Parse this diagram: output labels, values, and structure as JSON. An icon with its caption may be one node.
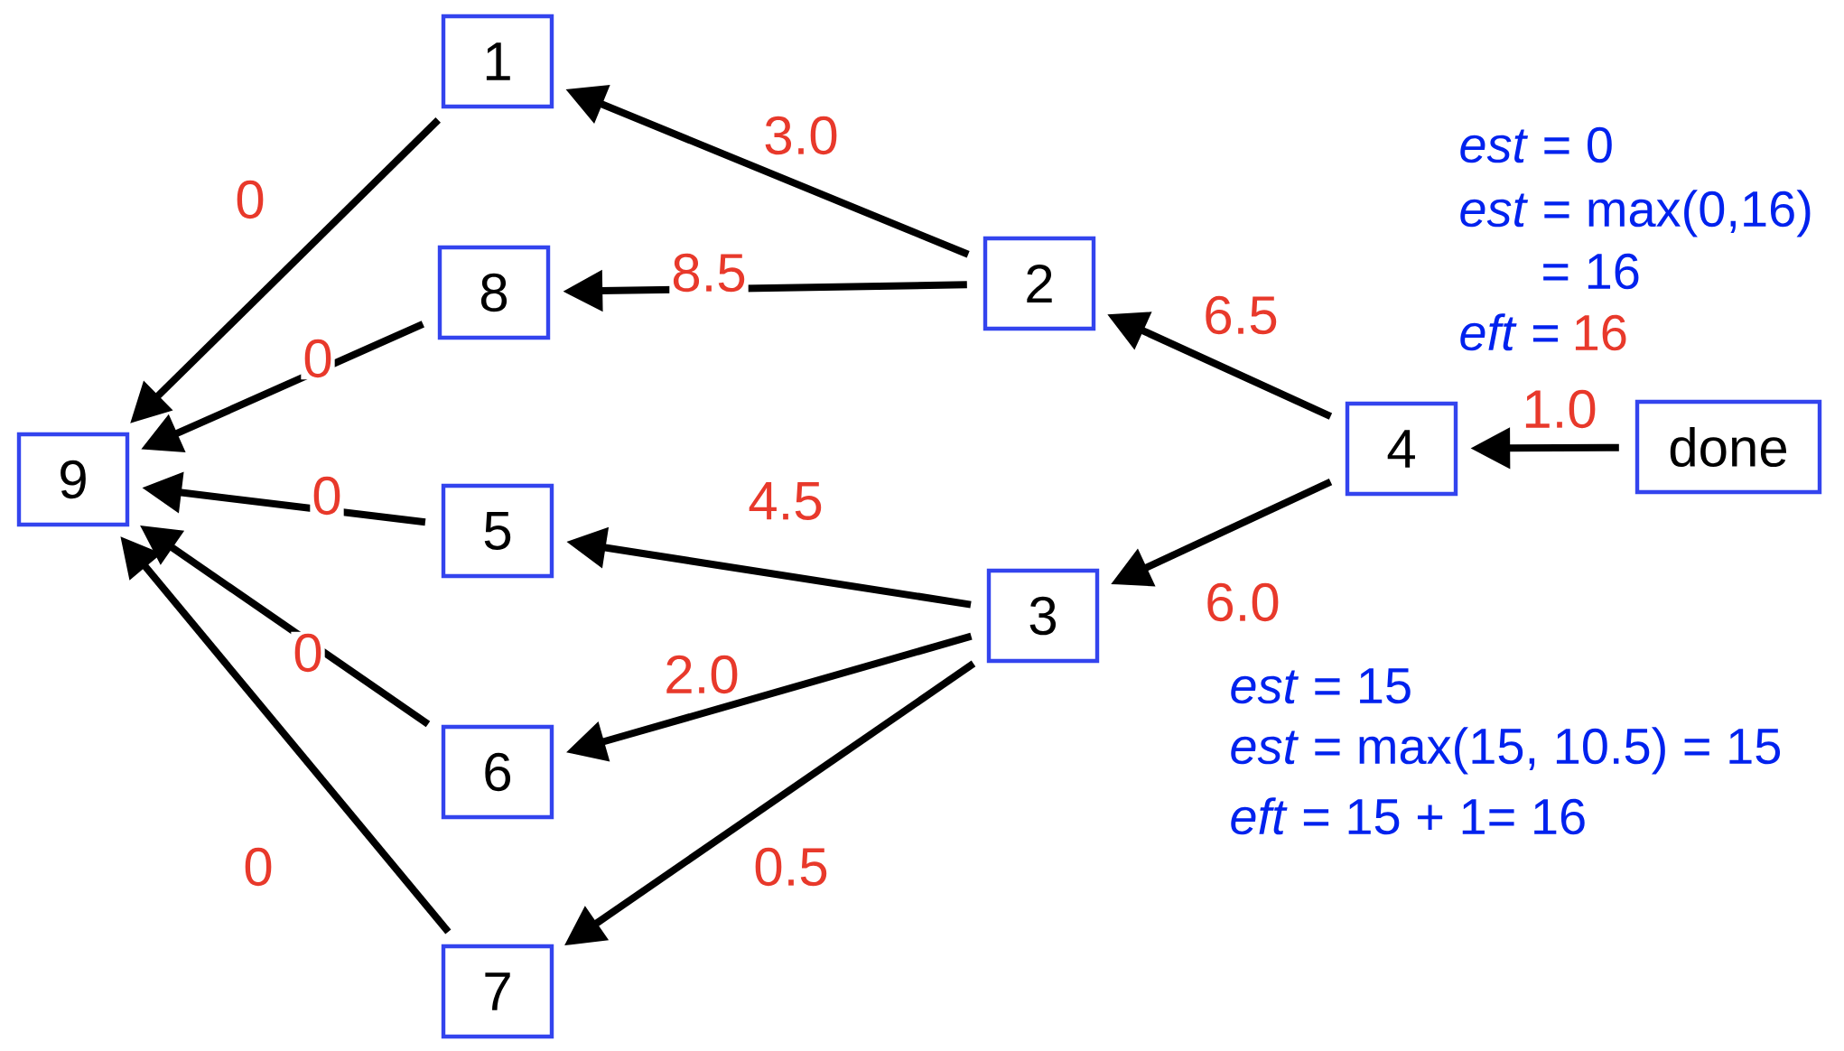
{
  "diagram": {
    "nodes": [
      {
        "text": [
          "1"
        ]
      },
      {
        "text": [
          "8"
        ]
      },
      {
        "text": [
          "2"
        ]
      },
      {
        "text": [
          "9"
        ]
      },
      {
        "text": [
          "5"
        ]
      },
      {
        "text": [
          "4"
        ]
      },
      {
        "text": [
          "done"
        ]
      },
      {
        "text": [
          "3"
        ]
      },
      {
        "text": [
          "6"
        ]
      },
      {
        "text": [
          "7"
        ]
      }
    ],
    "edges": [
      {
        "from": 6,
        "to": 5,
        "arrow": "to",
        "label": "1.0"
      },
      {
        "from": 5,
        "to": 2,
        "arrow": "to",
        "label": "6.5"
      },
      {
        "from": 5,
        "to": 7,
        "arrow": "to",
        "label": "6.0"
      },
      {
        "from": 2,
        "to": 0,
        "arrow": "to",
        "label": "3.0"
      },
      {
        "from": 2,
        "to": 1,
        "arrow": "to",
        "label": "8.5"
      },
      {
        "from": 7,
        "to": 4,
        "arrow": "to",
        "label": "4.5"
      },
      {
        "from": 7,
        "to": 8,
        "arrow": "to",
        "label": "2.0"
      },
      {
        "from": 7,
        "to": 9,
        "arrow": "to",
        "label": "0.5"
      },
      {
        "from": 0,
        "to": 3,
        "arrow": "to",
        "label": "0"
      },
      {
        "from": 1,
        "to": 3,
        "arrow": "to",
        "label": "0"
      },
      {
        "from": 4,
        "to": 3,
        "arrow": "to",
        "label": "0"
      },
      {
        "from": 8,
        "to": 3,
        "arrow": "to",
        "label": "0"
      },
      {
        "from": 9,
        "to": 3,
        "arrow": "to",
        "label": "0"
      }
    ],
    "labels": [
      "*est* = 0",
      "*est* = max(0,16)",
      "= 16",
      "*eft* =",
      "16",
      "*est* = 15",
      "*est* = max(15, 10.5) = 15",
      "*eft* = 15 + 1= 16"
    ]
  }
}
